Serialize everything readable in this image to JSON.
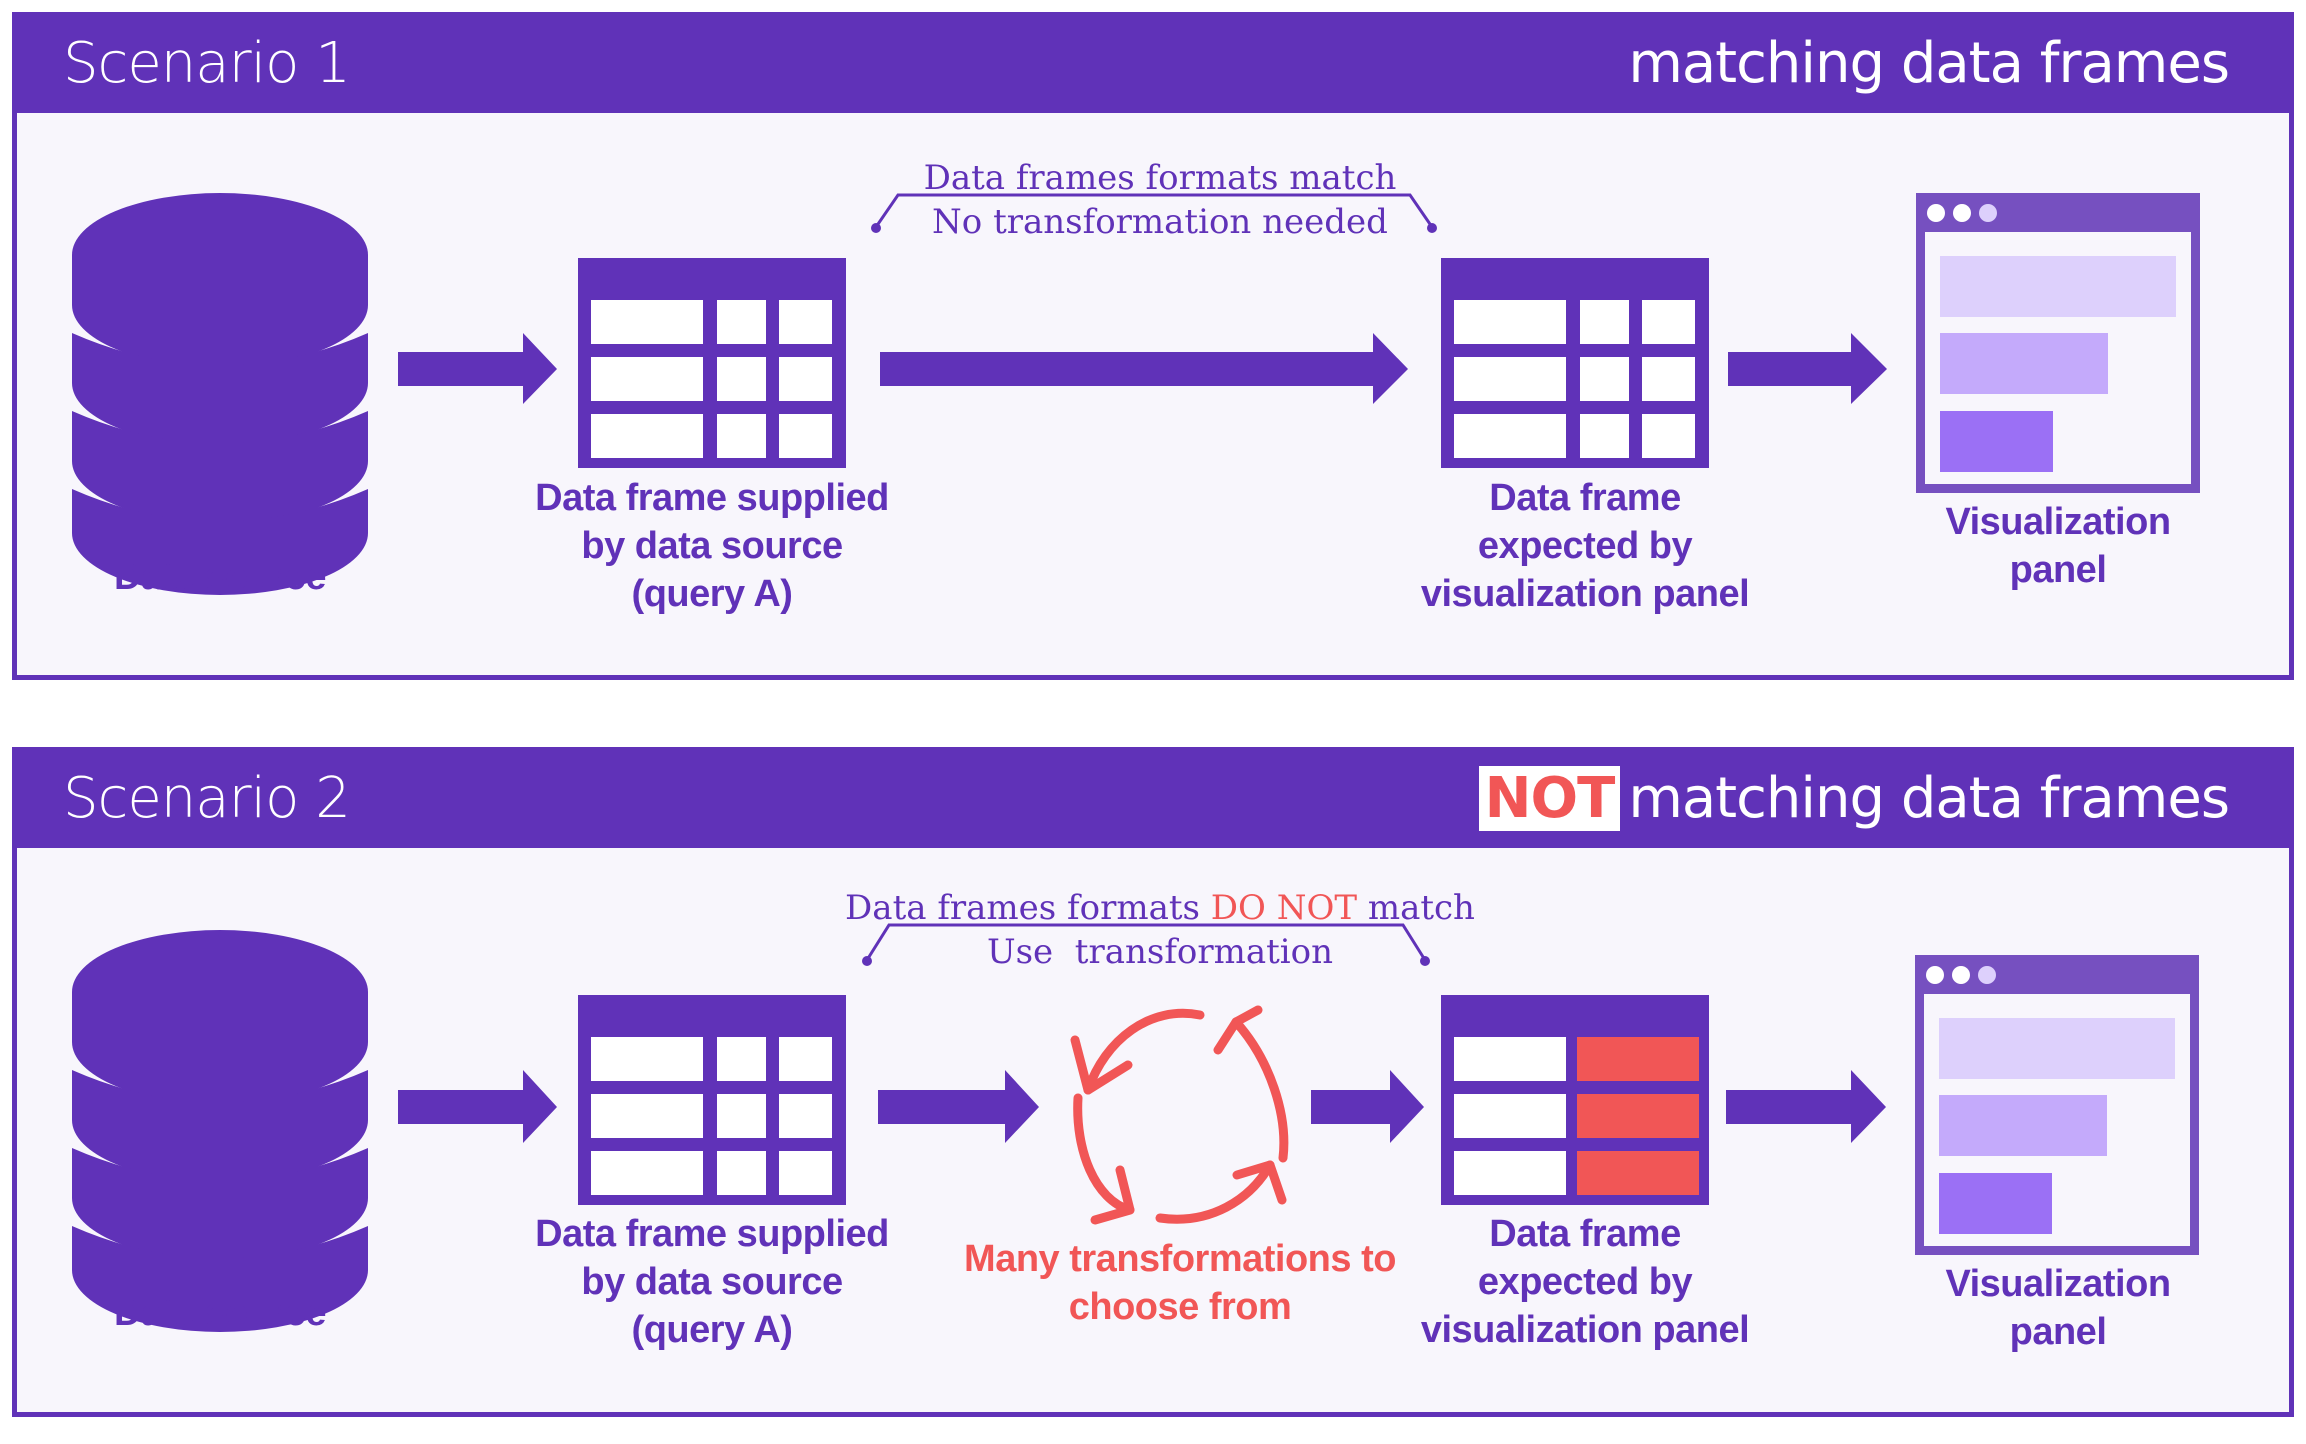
{
  "colors": {
    "primary": "#6032b8",
    "accent_red": "#f15656",
    "background": "#f8f6fc",
    "panel_bar_light": "#ddd0fc",
    "panel_bar_mid": "#c4aafb",
    "panel_bar_dark": "#9b70f5",
    "window_header": "#7650c0"
  },
  "scenarios": [
    {
      "title": "Scenario 1",
      "header_right": "matching data frames",
      "note_line1": "Data frames formats match",
      "note_line2": "No transformation needed",
      "labels": {
        "data_source": "Data source",
        "supplied_frame_1": "Data frame supplied",
        "supplied_frame_2": "by data source",
        "supplied_frame_3": "(query A)",
        "expected_frame_1": "Data frame",
        "expected_frame_2": "expected by",
        "expected_frame_3": "visualization panel",
        "viz_panel_1": "Visualization",
        "viz_panel_2": "panel"
      },
      "icons": [
        "database-icon",
        "table-icon",
        "arrow-right-icon",
        "window-chart-icon"
      ]
    },
    {
      "title": "Scenario 2",
      "header_not": "NOT",
      "header_right": "matching data frames",
      "note_line1_a": "Data frames formats ",
      "note_line1_b": "DO NOT",
      "note_line1_c": " match",
      "note_line2": "Use  transformation",
      "labels": {
        "data_source": "Data source",
        "supplied_frame_1": "Data frame supplied",
        "supplied_frame_2": "by data source",
        "supplied_frame_3": "(query A)",
        "transform_1": "Many transformations to",
        "transform_2": "choose from",
        "expected_frame_1": "Data frame",
        "expected_frame_2": "expected by",
        "expected_frame_3": "visualization panel",
        "viz_panel_1": "Visualization",
        "viz_panel_2": "panel"
      },
      "icons": [
        "database-icon",
        "table-icon",
        "cycle-arrows-icon",
        "table-icon-mismatched",
        "window-chart-icon"
      ]
    }
  ]
}
